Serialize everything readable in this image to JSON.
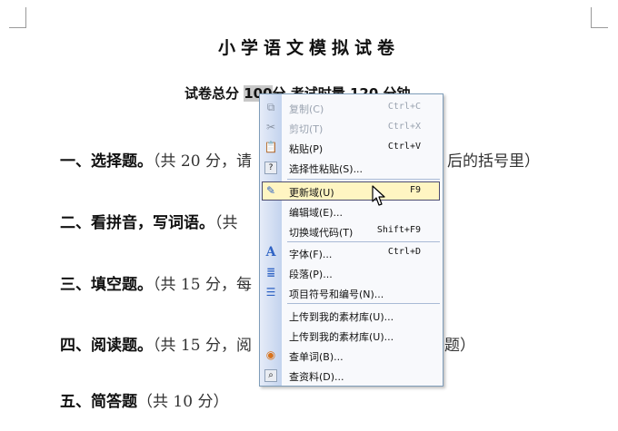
{
  "document": {
    "title": "小学语文模拟试卷",
    "subtitle_prefix": "试卷总分 ",
    "subtitle_field": "100",
    "subtitle_suffix": "分   考试时量 120 分钟",
    "questions": [
      {
        "label": "一、选择题。",
        "detail": "（共 20 分，请",
        "tail": "后的括号里）"
      },
      {
        "label": "二、看拼音，写词语。",
        "detail": "（共"
      },
      {
        "label": "三、填空题。",
        "detail": "（共 15 分，每"
      },
      {
        "label": "四、阅读题。",
        "detail": "（共 15 分，阅",
        "tail": "题）"
      },
      {
        "label": "五、简答题",
        "detail": "（共 10 分）"
      }
    ]
  },
  "context_menu": {
    "items": [
      {
        "icon": "copy-icon",
        "label": "复制(C)",
        "shortcut": "Ctrl+C",
        "disabled": true
      },
      {
        "icon": "cut-icon",
        "label": "剪切(T)",
        "shortcut": "Ctrl+X",
        "disabled": true
      },
      {
        "icon": "paste-icon",
        "label": "粘贴(P)",
        "shortcut": "Ctrl+V"
      },
      {
        "icon": "paste-special-icon",
        "label": "选择性粘贴(S)...",
        "shortcut": ""
      },
      {
        "icon": "update-field-icon",
        "label": "更新域(U)",
        "shortcut": "F9",
        "highlighted": true
      },
      {
        "icon": "",
        "label": "编辑域(E)...",
        "shortcut": ""
      },
      {
        "icon": "",
        "label": "切换域代码(T)",
        "shortcut": "Shift+F9"
      },
      {
        "icon": "font-icon",
        "label": "字体(F)...",
        "shortcut": "Ctrl+D"
      },
      {
        "icon": "paragraph-icon",
        "label": "段落(P)...",
        "shortcut": ""
      },
      {
        "icon": "bullets-icon",
        "label": "项目符号和编号(N)...",
        "shortcut": ""
      },
      {
        "icon": "",
        "label": "上传到我的素材库(U)...",
        "shortcut": ""
      },
      {
        "icon": "",
        "label": "上传到我的素材库(U)...",
        "shortcut": ""
      },
      {
        "icon": "lookup-word-icon",
        "label": "查单词(B)...",
        "shortcut": ""
      },
      {
        "icon": "search-docs-icon",
        "label": "查资料(D)...",
        "shortcut": ""
      }
    ]
  }
}
